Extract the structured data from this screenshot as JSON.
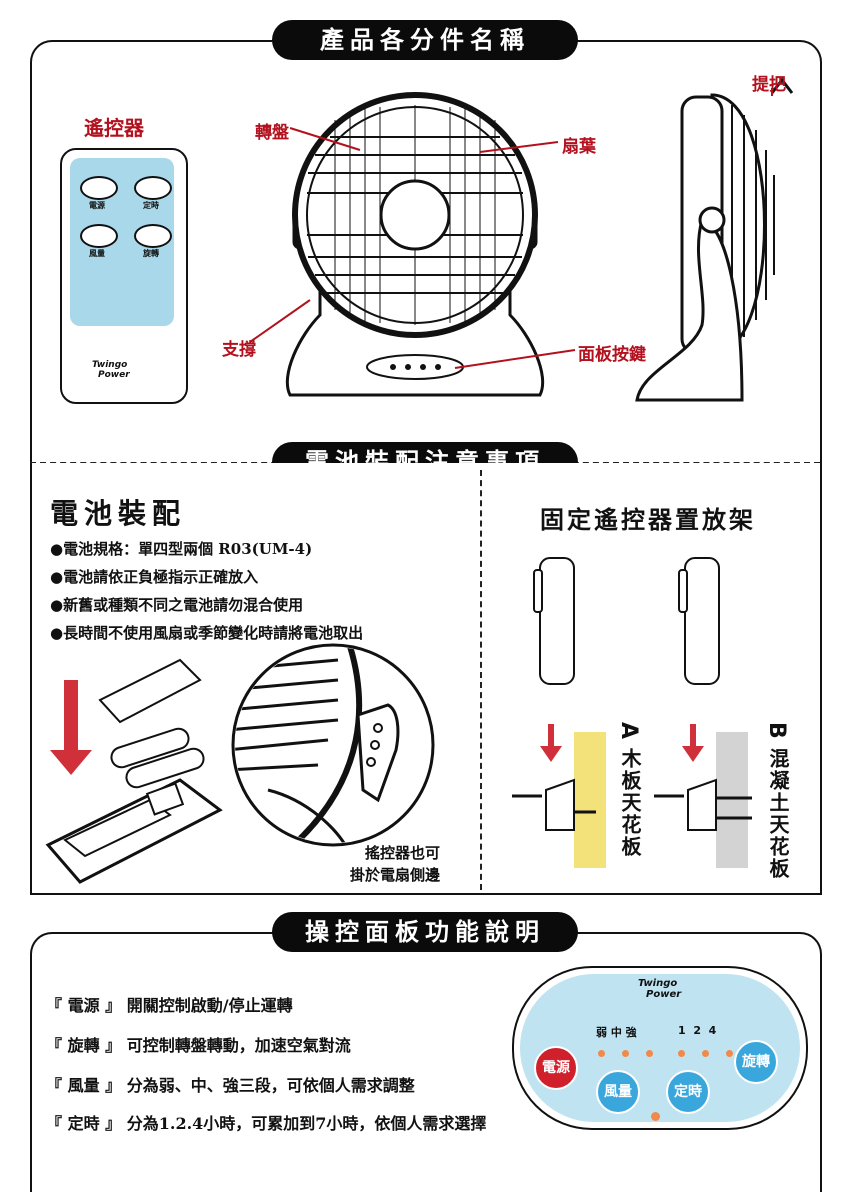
{
  "sections": {
    "parts_title": "產品各分件名稱",
    "battery_title": "電池裝配注意事項",
    "panel_title": "操控面板功能說明"
  },
  "parts": {
    "remote": "遙控器",
    "turntable": "轉盤",
    "blade": "扇葉",
    "handle": "提把",
    "stand": "支撐",
    "panel_keys": "面板按鍵"
  },
  "remote": {
    "btn_power": "電源",
    "btn_timer": "定時",
    "btn_speed": "風量",
    "btn_rotate": "旋轉",
    "brand_line1": "Twingo",
    "brand_line2": "Power"
  },
  "battery": {
    "heading": "電池裝配",
    "bullets": [
      "●電池規格：單四型兩個 R03(UM-4)",
      "●電池請依正負極指示正確放入",
      "●新舊或種類不同之電池請勿混合使用",
      "●長時間不使用風扇或季節變化時請將電池取出"
    ],
    "hang_note_1": "搖控器也可",
    "hang_note_2": "掛於電扇側邊"
  },
  "mount": {
    "heading": "固定遙控器置放架",
    "a_letter": "A",
    "a_text": "木板天花板",
    "b_letter": "B",
    "b_text": "混凝土天花板"
  },
  "functions": [
    {
      "key": "『 電源 』",
      "desc": "開關控制啟動/停止運轉"
    },
    {
      "key": "『 旋轉 』",
      "desc": "可控制轉盤轉動，加速空氣對流"
    },
    {
      "key": "『 風量 』",
      "desc": "分為弱、中、強三段，可依個人需求調整"
    },
    {
      "key": "『 定時 』",
      "desc": "分為1.2.4小時，可累加到7小時，依個人需求選擇"
    }
  ],
  "control_panel": {
    "brand_line1": "Twingo",
    "brand_line2": "Power",
    "speed_labels": "弱 中 強",
    "timer_labels": "1  2  4",
    "btn_power": "電源",
    "btn_speed": "風量",
    "btn_timer": "定時",
    "btn_rotate": "旋轉"
  },
  "colors": {
    "label_red": "#b3111e",
    "remote_blue": "#a8d8ea",
    "panel_blue": "#bfe3f1",
    "power_red": "#d0202c",
    "button_blue": "#3aa7dc",
    "indicator_orange": "#f08a4b",
    "wood_yellow": "#f3e17a",
    "concrete_grey": "#d3d3d3"
  }
}
